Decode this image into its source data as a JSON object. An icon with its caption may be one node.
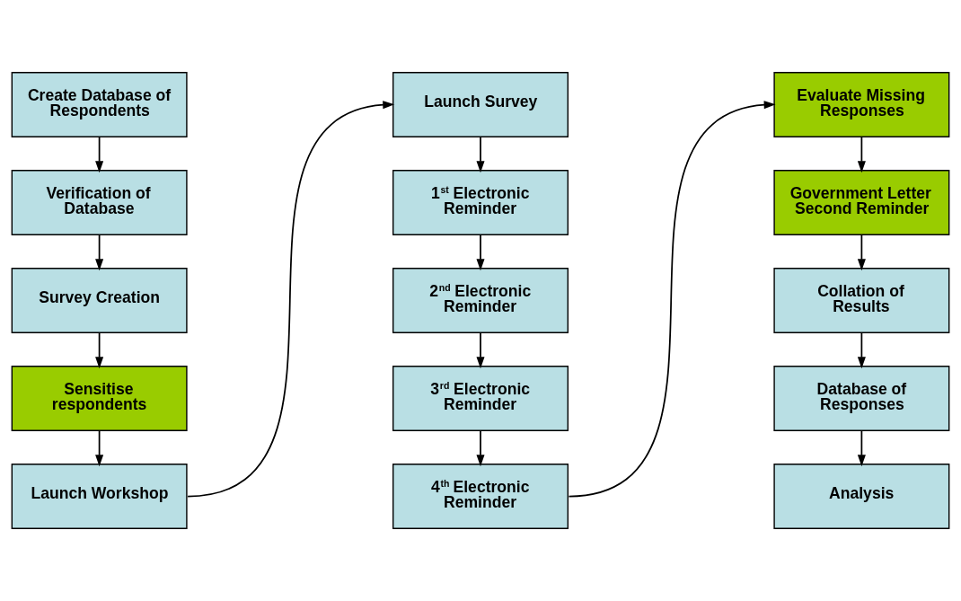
{
  "diagram": {
    "nodes": [
      {
        "text": [
          "Create Database of Respondents"
        ]
      },
      {
        "text": [
          "Verification of Database"
        ]
      },
      {
        "text": [
          "Survey Creation"
        ]
      },
      {
        "text": [
          "Sensitise respondents"
        ]
      },
      {
        "text": [
          "Launch Workshop"
        ]
      },
      {
        "text": [
          "Launch Survey"
        ]
      },
      {
        "text": [
          "1$^{st}$ Electronic Reminder"
        ]
      },
      {
        "text": [
          "2$^{nd}$ Electronic Reminder"
        ]
      },
      {
        "text": [
          "3$^{rd}$ Electronic Reminder"
        ]
      },
      {
        "text": [
          "4$^{th}$ Electronic Reminder"
        ]
      },
      {
        "text": [
          "Evaluate Missing Responses"
        ]
      },
      {
        "text": [
          "Government Letter Second Reminder"
        ]
      },
      {
        "text": [
          "Collation of Results"
        ]
      },
      {
        "text": [
          "Database of Responses"
        ]
      },
      {
        "text": [
          "Analysis"
        ]
      }
    ],
    "edges": [
      {
        "from": 0,
        "to": 1,
        "arrow": "to"
      },
      {
        "from": 1,
        "to": 2,
        "arrow": "to"
      },
      {
        "from": 2,
        "to": 3,
        "arrow": "to"
      },
      {
        "from": 3,
        "to": 4,
        "arrow": "to"
      },
      {
        "from": 4,
        "to": 5,
        "arrow": "to"
      },
      {
        "from": 5,
        "to": 6,
        "arrow": "to"
      },
      {
        "from": 6,
        "to": 7,
        "arrow": "to"
      },
      {
        "from": 7,
        "to": 8,
        "arrow": "to"
      },
      {
        "from": 8,
        "to": 9,
        "arrow": "to"
      },
      {
        "from": 9,
        "to": 10,
        "arrow": "to"
      },
      {
        "from": 10,
        "to": 11,
        "arrow": "to"
      },
      {
        "from": 11,
        "to": 12,
        "arrow": "to"
      },
      {
        "from": 12,
        "to": 13,
        "arrow": "to"
      },
      {
        "from": 13,
        "to": 14,
        "arrow": "to"
      }
    ]
  }
}
